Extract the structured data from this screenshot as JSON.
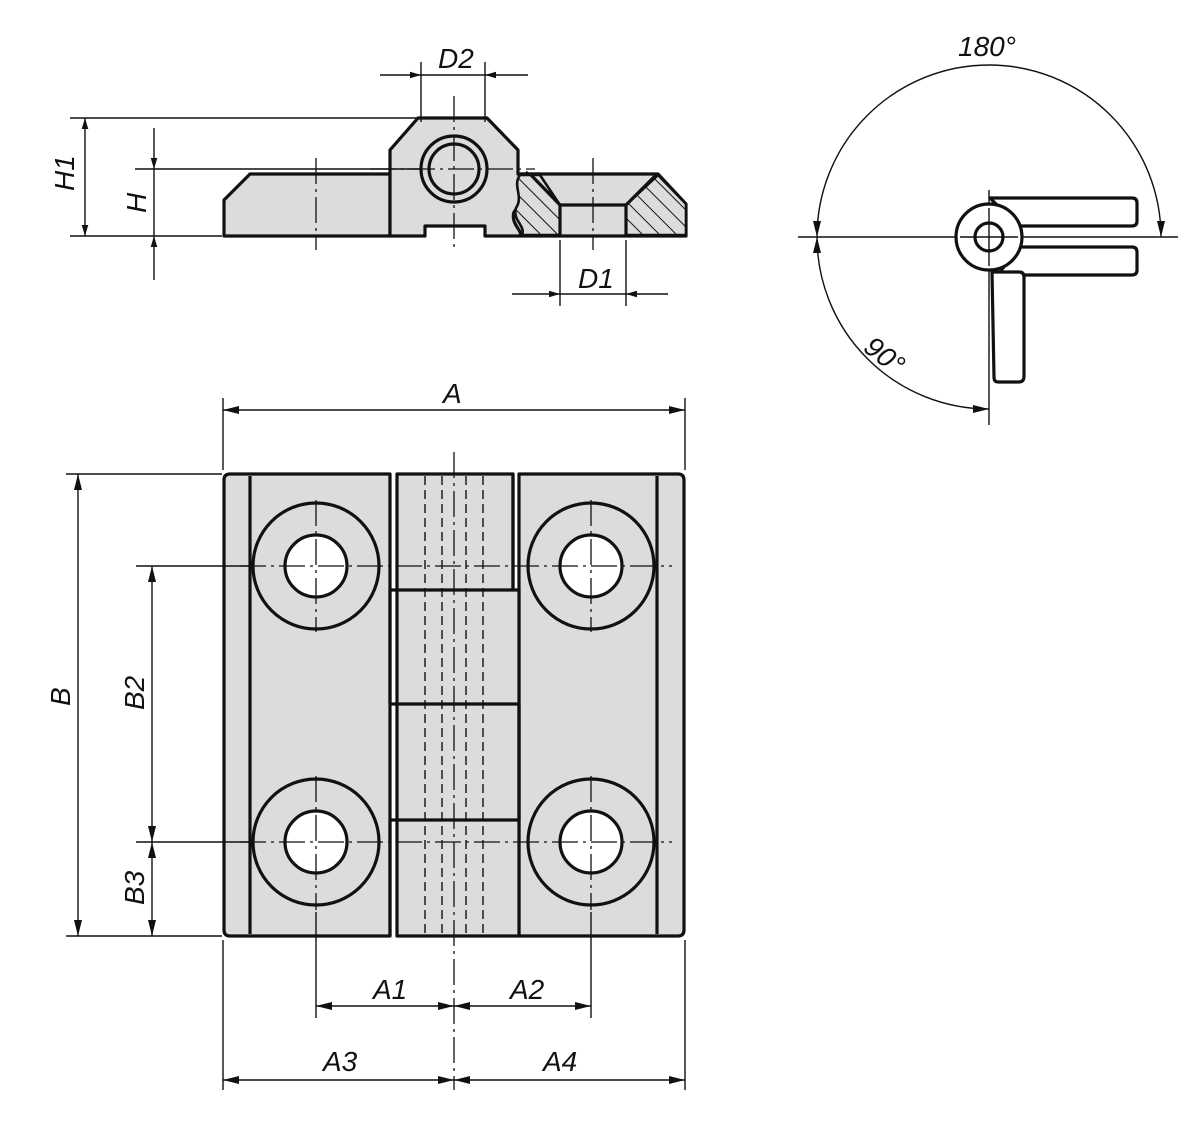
{
  "labels": {
    "D2": "D2",
    "H1": "H1",
    "H": "H",
    "D1": "D1",
    "A": "A",
    "B": "B",
    "B2": "B2",
    "B3": "B3",
    "A1": "A1",
    "A2": "A2",
    "A3": "A3",
    "A4": "A4",
    "angle_180": "180°",
    "angle_90": "90°"
  },
  "colors": {
    "part_fill": "#dcdcdc",
    "line": "#111111",
    "background": "#ffffff"
  }
}
